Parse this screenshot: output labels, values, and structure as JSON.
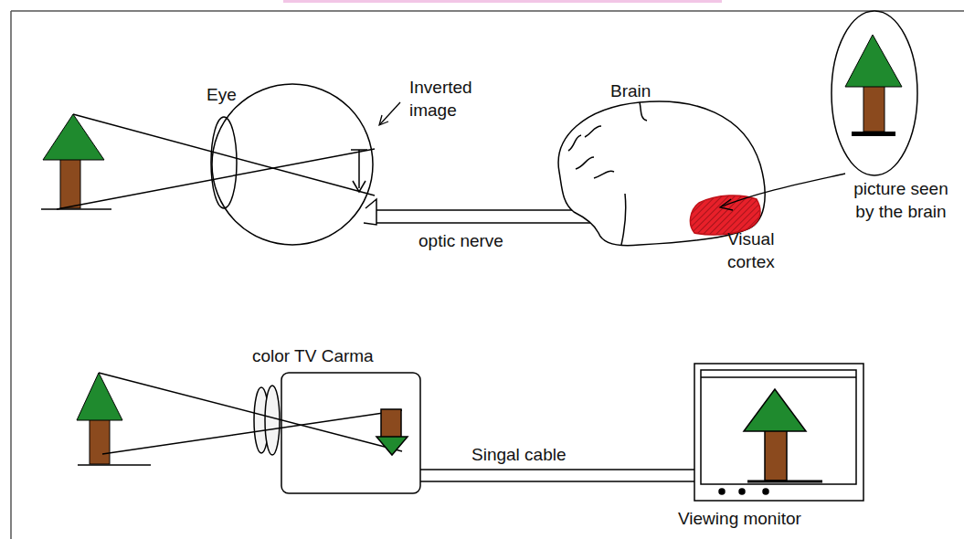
{
  "diagram": {
    "labels": [
      "Eye",
      "Inverted image",
      "Brain",
      "optic nerve",
      "Visual cortex",
      "picture seen by the brain",
      "color TV Carma",
      "Singal cable",
      "Viewing monitor"
    ]
  }
}
